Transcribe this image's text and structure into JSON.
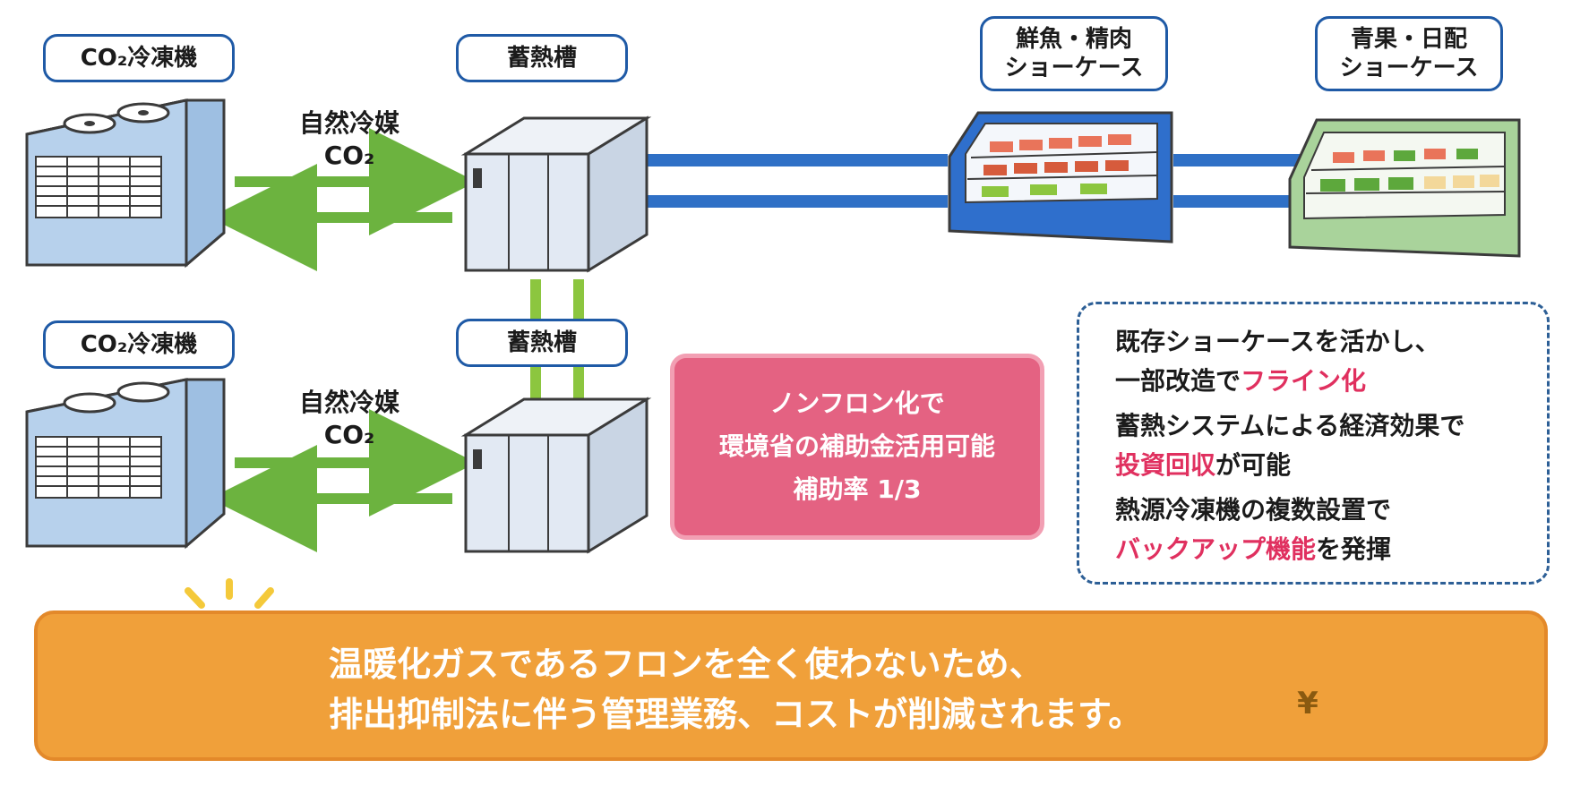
{
  "units": {
    "top": {
      "refrigerator_label": "CO₂冷凍機",
      "tank_label": "蓄熱槽",
      "refrigerant_line1": "自然冷媒",
      "refrigerant_line2": "CO₂"
    },
    "bottom": {
      "refrigerator_label": "CO₂冷凍機",
      "tank_label": "蓄熱槽",
      "refrigerant_line1": "自然冷媒",
      "refrigerant_line2": "CO₂"
    }
  },
  "showcases": [
    {
      "label_line1": "鮮魚・精肉",
      "label_line2": "ショーケース",
      "color": "#2f6fcc"
    },
    {
      "label_line1": "青果・日配",
      "label_line2": "ショーケース",
      "color": "#8cc37a"
    }
  ],
  "subsidy": {
    "line1": "ノンフロン化で",
    "line2": "環境省の補助金活用可能",
    "line3": "補助率 1/3"
  },
  "benefits": {
    "b1_line1": "既存ショーケースを活かし、",
    "b1_line2_pre": "一部改造で",
    "b1_line2_hl": "フライン化",
    "b2_line1": "蓄熱システムによる経済効果で",
    "b2_line2_hl": "投資回収",
    "b2_line2_post": "が可能",
    "b3_line1": "熱源冷凍機の複数設置で",
    "b3_line2_hl": "バックアップ機能",
    "b3_line2_post": "を発揮"
  },
  "banner": {
    "line1": "温暖化ガスであるフロンを全く使わないため、",
    "line2": "排出抑制法に伴う管理業務、コストが削減されます。",
    "coin_symbol": "¥"
  },
  "colors": {
    "arrow": "#6cb33f",
    "pipe": "#2f70c6",
    "highlight": "#e0305f",
    "banner": "#f0a03a",
    "subsidy": "#e46282"
  },
  "icons": [
    "lightbulb-icon",
    "sprout-icon",
    "yen-coins-icon",
    "down-arrow-icon"
  ]
}
